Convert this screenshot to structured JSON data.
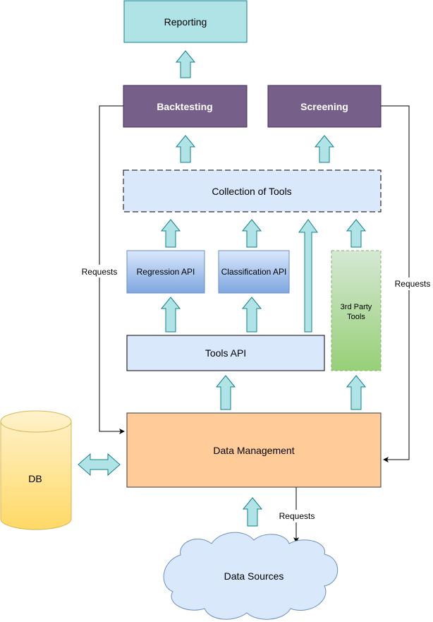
{
  "nodes": {
    "reporting": {
      "label": "Reporting",
      "fill": "#b0e3e6",
      "stroke": "#0e8088"
    },
    "backtesting": {
      "label": "Backtesting",
      "fill": "#76608a",
      "stroke": "#432d57"
    },
    "screening": {
      "label": "Screening",
      "fill": "#76608a",
      "stroke": "#432d57"
    },
    "collection_of_tools": {
      "label": "Collection of Tools",
      "fill": "#dae8fc",
      "stroke": "#6c8ebf"
    },
    "regression_api": {
      "label": "Regression API",
      "fill_top": "#dae8fc",
      "fill_bottom": "#7ea6e0",
      "stroke": "#6c8ebf"
    },
    "classification_api": {
      "label": "Classification API",
      "fill_top": "#dae8fc",
      "fill_bottom": "#7ea6e0",
      "stroke": "#6c8ebf"
    },
    "third_party_tools": {
      "label_line1": "3rd Party",
      "label_line2": "Tools",
      "fill_top": "#d5e8d4",
      "fill_bottom": "#97d077",
      "stroke": "#82b366"
    },
    "tools_api": {
      "label": "Tools API",
      "fill": "#dae8fc",
      "stroke": "#6c8ebf"
    },
    "data_management": {
      "label": "Data Management",
      "fill": "#ffcc99",
      "stroke": "#36393d"
    },
    "db": {
      "label": "DB",
      "fill_top": "#fff2cc",
      "fill_bottom": "#ffd966",
      "stroke": "#d6b656"
    },
    "data_sources": {
      "label": "Data Sources",
      "fill": "#dae8fc",
      "stroke": "#6c8ebf"
    }
  },
  "edges": {
    "backtesting_requests": {
      "label": "Requests"
    },
    "screening_requests": {
      "label": "Requests"
    },
    "data_sources_requests": {
      "label": "Requests"
    }
  },
  "colors": {
    "arrow_fill": "#b0e3e6",
    "arrow_stroke": "#0e8088",
    "connector": "#000000"
  }
}
